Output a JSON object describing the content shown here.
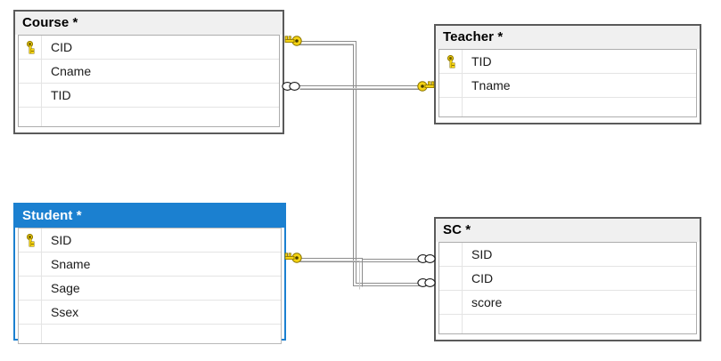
{
  "diagram": {
    "kind": "database-er-diagram",
    "background": "#ffffff",
    "selected_table": "Student",
    "colors": {
      "selection_blue": "#1b80d0",
      "header_gray": "#f0f0f0",
      "border_gray": "#5a5a5a",
      "grid_line": "#e4e4e4",
      "key_yellow": "#f5d312",
      "connector_gray": "#8c8c8c"
    },
    "tables": [
      {
        "id": "course",
        "title": "Course *",
        "name": "Course",
        "modified": true,
        "selected": false,
        "columns": [
          {
            "name": "CID",
            "primary_key": true
          },
          {
            "name": "Cname",
            "primary_key": false
          },
          {
            "name": "TID",
            "primary_key": false
          }
        ]
      },
      {
        "id": "teacher",
        "title": "Teacher *",
        "name": "Teacher",
        "modified": true,
        "selected": false,
        "columns": [
          {
            "name": "TID",
            "primary_key": true
          },
          {
            "name": "Tname",
            "primary_key": false
          }
        ]
      },
      {
        "id": "student",
        "title": "Student *",
        "name": "Student",
        "modified": true,
        "selected": true,
        "columns": [
          {
            "name": "SID",
            "primary_key": true
          },
          {
            "name": "Sname",
            "primary_key": false
          },
          {
            "name": "Sage",
            "primary_key": false
          },
          {
            "name": "Ssex",
            "primary_key": false
          }
        ]
      },
      {
        "id": "sc",
        "title": "SC *",
        "name": "SC",
        "modified": true,
        "selected": false,
        "columns": [
          {
            "name": "SID",
            "primary_key": false
          },
          {
            "name": "CID",
            "primary_key": false
          },
          {
            "name": "score",
            "primary_key": false
          }
        ]
      }
    ],
    "relationships": [
      {
        "id": "course-teacher",
        "from_table": "Course",
        "from_column": "TID",
        "from_cardinality": "many",
        "to_table": "Teacher",
        "to_column": "TID",
        "to_cardinality": "one"
      },
      {
        "id": "course-sc",
        "from_table": "Course",
        "from_column": "CID",
        "from_cardinality": "one",
        "to_table": "SC",
        "to_column": "CID",
        "to_cardinality": "many"
      },
      {
        "id": "student-sc",
        "from_table": "Student",
        "from_column": "SID",
        "from_cardinality": "one",
        "to_table": "SC",
        "to_column": "SID",
        "to_cardinality": "many"
      }
    ],
    "legend": {
      "one_symbol": "key-icon",
      "many_symbol": "double-circle-icon"
    }
  }
}
